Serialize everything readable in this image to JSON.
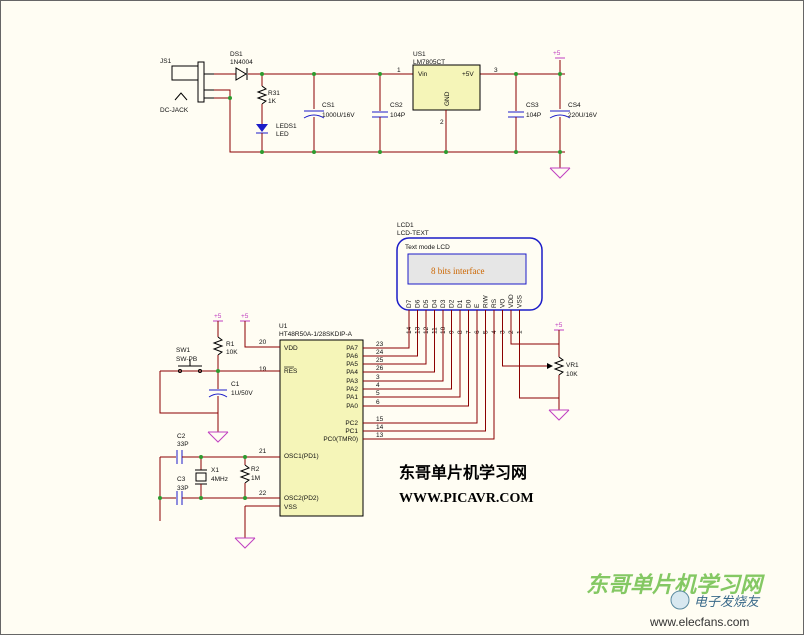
{
  "power": {
    "js1": "JS1",
    "dcjack": "DC-JACK",
    "ds1": "DS1",
    "ds1_val": "1N4004",
    "r31": "R31",
    "r31_val": "1K",
    "led": "LEDS1",
    "led_val": "LED",
    "cs1": "CS1",
    "cs1_val": "1000U/16V",
    "cs2": "CS2",
    "cs2_val": "104P",
    "us1": "US1",
    "us1_val": "LM7805CT",
    "vin": "Vin",
    "vout": "+5V",
    "gnd": "GND",
    "pin1": "1",
    "pin2": "2",
    "pin3": "3",
    "cs3": "CS3",
    "cs3_val": "104P",
    "cs4": "CS4",
    "cs4_val": "220U/16V",
    "plus5": "+5"
  },
  "lcd": {
    "ref": "LCD1",
    "type": "LCD-TEXT",
    "mode": "Text mode LCD",
    "screen": "8 bits interface",
    "pins": [
      "D7",
      "D6",
      "D5",
      "D4",
      "D3",
      "D2",
      "D1",
      "D0",
      "E",
      "R/W",
      "RS",
      "VO",
      "VDD",
      "VSS"
    ],
    "nums": [
      "14",
      "13",
      "12",
      "11",
      "10",
      "9",
      "8",
      "7",
      "6",
      "5",
      "4",
      "3",
      "2",
      "1"
    ]
  },
  "mcu": {
    "ref": "U1",
    "part": "HT48R50A-1/28SKDIP-A",
    "vdd": "VDD",
    "vdd_pin": "20",
    "res": "RES",
    "res_pin": "19",
    "osc1": "OSC1(PD1)",
    "osc1_pin": "21",
    "osc2": "OSC2(PD2)",
    "osc2_pin": "22",
    "vss": "VSS",
    "ports": [
      {
        "name": "PA7",
        "pin": "23"
      },
      {
        "name": "PA6",
        "pin": "24"
      },
      {
        "name": "PA5",
        "pin": "25"
      },
      {
        "name": "PA4",
        "pin": "26"
      },
      {
        "name": "PA3",
        "pin": "3"
      },
      {
        "name": "PA2",
        "pin": "4"
      },
      {
        "name": "PA1",
        "pin": "5"
      },
      {
        "name": "PA0",
        "pin": "6"
      },
      {
        "name": "PC2",
        "pin": "15"
      },
      {
        "name": "PC1",
        "pin": "14"
      },
      {
        "name": "PC0(TMR0)",
        "pin": "13"
      }
    ]
  },
  "parts": {
    "r1": "R1",
    "r1_val": "10K",
    "sw1": "SW1",
    "sw1_val": "SW-PB",
    "c1": "C1",
    "c1_val": "1U/50V",
    "c2": "C2",
    "c2_val": "33P",
    "c3": "C3",
    "c3_val": "33P",
    "x1": "X1",
    "x1_val": "4MHz",
    "r2": "R2",
    "r2_val": "1M",
    "vr1": "VR1",
    "vr1_val": "10K"
  },
  "brand": {
    "cn": "东哥单片机学习网",
    "url": "WWW.PICAVR.COM",
    "watermark_cn": "东哥单片机学习网",
    "watermark_site": "电子发烧友",
    "watermark_url": "www.elecfans.com"
  }
}
